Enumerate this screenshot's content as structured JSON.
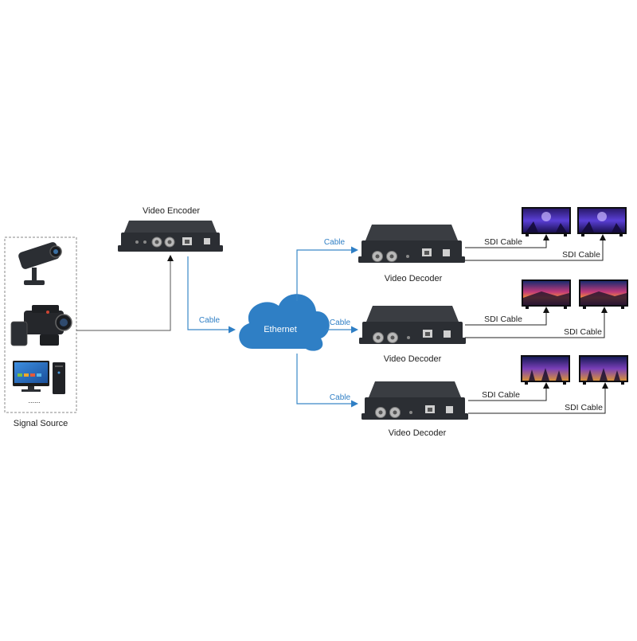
{
  "signal_source": {
    "label": "Signal Source",
    "ellipsis": "......",
    "devices": [
      "cctv-camera-icon",
      "camcorder-icon",
      "desktop-computer-icon"
    ]
  },
  "encoder": {
    "label": "Video Encoder"
  },
  "network": {
    "label": "Ethernet",
    "cable_label": "Cable"
  },
  "decoders": [
    {
      "label": "Video Decoder",
      "cable_label": "Cable",
      "sdi_labels": [
        "SDI Cable",
        "SDI Cable"
      ]
    },
    {
      "label": "Video Decoder",
      "cable_label": "Cable",
      "sdi_labels": [
        "SDI Cable",
        "SDI Cable"
      ]
    },
    {
      "label": "Video Decoder",
      "cable_label": "Cable",
      "sdi_labels": [
        "SDI Cable",
        "SDI Cable"
      ]
    }
  ],
  "colors": {
    "cloud": "#2f7fc5",
    "cable_line": "#3a88c8",
    "device_body": "#2b2e33",
    "line": "#333333",
    "dashed_border": "#8a8a8a"
  }
}
